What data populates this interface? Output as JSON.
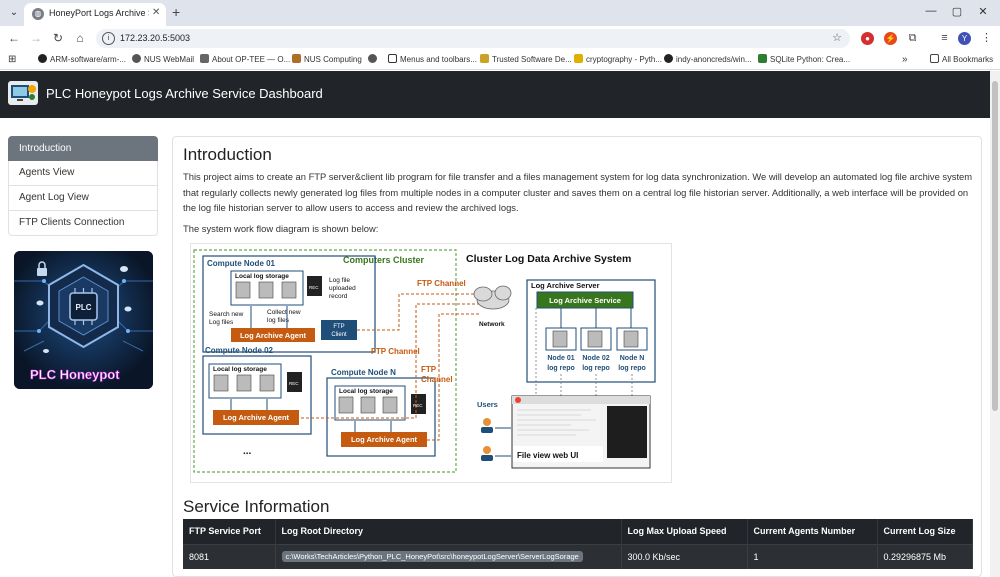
{
  "browser": {
    "tab_title": "HoneyPort Logs Archive Service",
    "url": "172.23.20.5:5003",
    "profile_initial": "Y",
    "bookmarks": [
      "ARM-software/arm-...",
      "NUS WebMail",
      "About OP-TEE — O...",
      "NUS Computing",
      "Menus and toolbars...",
      "Trusted Software De...",
      "cryptography - Pyth...",
      "indy-anoncreds/win...",
      "SQLite Python: Crea..."
    ],
    "all_bookmarks": "All Bookmarks",
    "more_bookmarks": "»"
  },
  "navbar": {
    "title": "PLC Honeypot Logs Archive Service Dashboard"
  },
  "sidebar": {
    "items": [
      {
        "label": "Introduction",
        "active": true
      },
      {
        "label": "Agents View",
        "active": false
      },
      {
        "label": "Agent Log View",
        "active": false
      },
      {
        "label": "FTP Clients Connection",
        "active": false
      }
    ],
    "poster": {
      "chip_label": "PLC",
      "title": "PLC Honeypot"
    }
  },
  "intro": {
    "heading": "Introduction",
    "paragraph": "This project aims to create an FTP server&client lib program for file transfer and a files management system for log data synchronization. We will develop an automated log file archive system that regularly collects newly generated log files from multiple nodes in a computer cluster and saves them on a central log file historian server. Additionally, a web interface will be provided on the log file historian server to allow users to access and review the archived logs.",
    "diagram_caption": "The system work flow diagram is shown below:"
  },
  "diagram": {
    "cluster_label": "Computers Cluster",
    "system_title": "Cluster Log Data Archive System",
    "node1": "Compute Node 01",
    "node2": "Compute Node 02",
    "nodeN": "Compute Node N",
    "local_storage": "Local log storage",
    "search_new": "Search new",
    "log_files": "Log files",
    "collect_new": "Collect new",
    "log_files2": "log files",
    "uploaded_1": "Log file",
    "uploaded_2": "uploaded",
    "uploaded_3": "record",
    "rec": "REC",
    "ftp_client_1": "FTP",
    "ftp_client_2": "Client",
    "agent": "Log Archive Agent",
    "ftp_channel": "FTP Channel",
    "ftp_word": "FTP",
    "channel_word": "Channel",
    "network": "Network",
    "server": "Log Archive Server",
    "service": "Log Archive Service",
    "repo1_a": "Node 01",
    "repo2_a": "Node 02",
    "repoN_a": "Node N",
    "repo_b": "log repo",
    "users": "Users",
    "web_ui": "File view web UI",
    "ellipsis": "..."
  },
  "service": {
    "heading": "Service Information",
    "columns": [
      "FTP Service Port",
      "Log Root Directory",
      "Log Max Upload Speed",
      "Current Agents Number",
      "Current Log Size"
    ],
    "row": {
      "port": "8081",
      "root_dir": "c:\\Works\\TechArticles\\Python_PLC_HoneyPot\\src\\honeypotLogServer\\ServerLogSorage",
      "speed": "300.0 Kb/sec",
      "agents": "1",
      "size": "0.29296875 Mb"
    }
  },
  "colors": {
    "navbar": "#212529",
    "sidebar_active": "#6c757d",
    "diagram_blue": "#1f4e79",
    "agent_orange": "#c55a11",
    "service_green": "#38761d",
    "cluster_green": "#6aa84f",
    "channel_orange": "#c55a11"
  },
  "icons": [
    "chevron-down-icon",
    "globe-icon",
    "close-icon",
    "plus-icon",
    "back-icon",
    "forward-icon",
    "reload-icon",
    "home-icon",
    "info-icon",
    "minimize-icon",
    "maximize-icon",
    "folder-icon",
    "menu-icon"
  ]
}
